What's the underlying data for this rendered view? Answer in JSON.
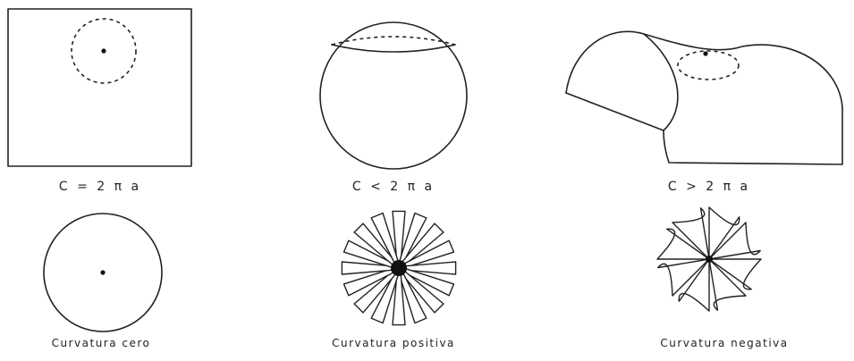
{
  "figure": {
    "captions": {
      "flat": "C = 2 π a",
      "sphere": "C < 2 π a",
      "saddle": "C > 2 π a"
    },
    "labels": {
      "zero": "Curvatura cero",
      "positive": "Curvatura positiva",
      "negative": "Curvatura negativa"
    }
  }
}
